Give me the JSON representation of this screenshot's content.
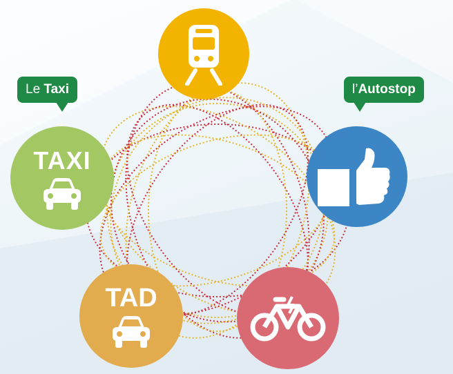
{
  "colors": {
    "train": "#f2b400",
    "taxi": "#a3c763",
    "autostop": "#3d86c6",
    "tad": "#e1ab4e",
    "bike": "#d96a73",
    "bubble": "#1e8a46",
    "ring_red": "#cc2c3c",
    "ring_yellow": "#e3b52a"
  },
  "nodes": {
    "train": {
      "icon": "train-icon"
    },
    "taxi": {
      "label": "TAXI",
      "icon": "car-icon"
    },
    "autostop": {
      "icon": "thumbs-up-icon"
    },
    "tad": {
      "label": "TAD",
      "icon": "car-icon"
    },
    "bike": {
      "icon": "electric-bike-icon"
    }
  },
  "bubbles": {
    "taxi": {
      "prefix": "Le ",
      "bold": "Taxi"
    },
    "autostop": {
      "prefix": "l’",
      "bold": "Autostop"
    }
  }
}
